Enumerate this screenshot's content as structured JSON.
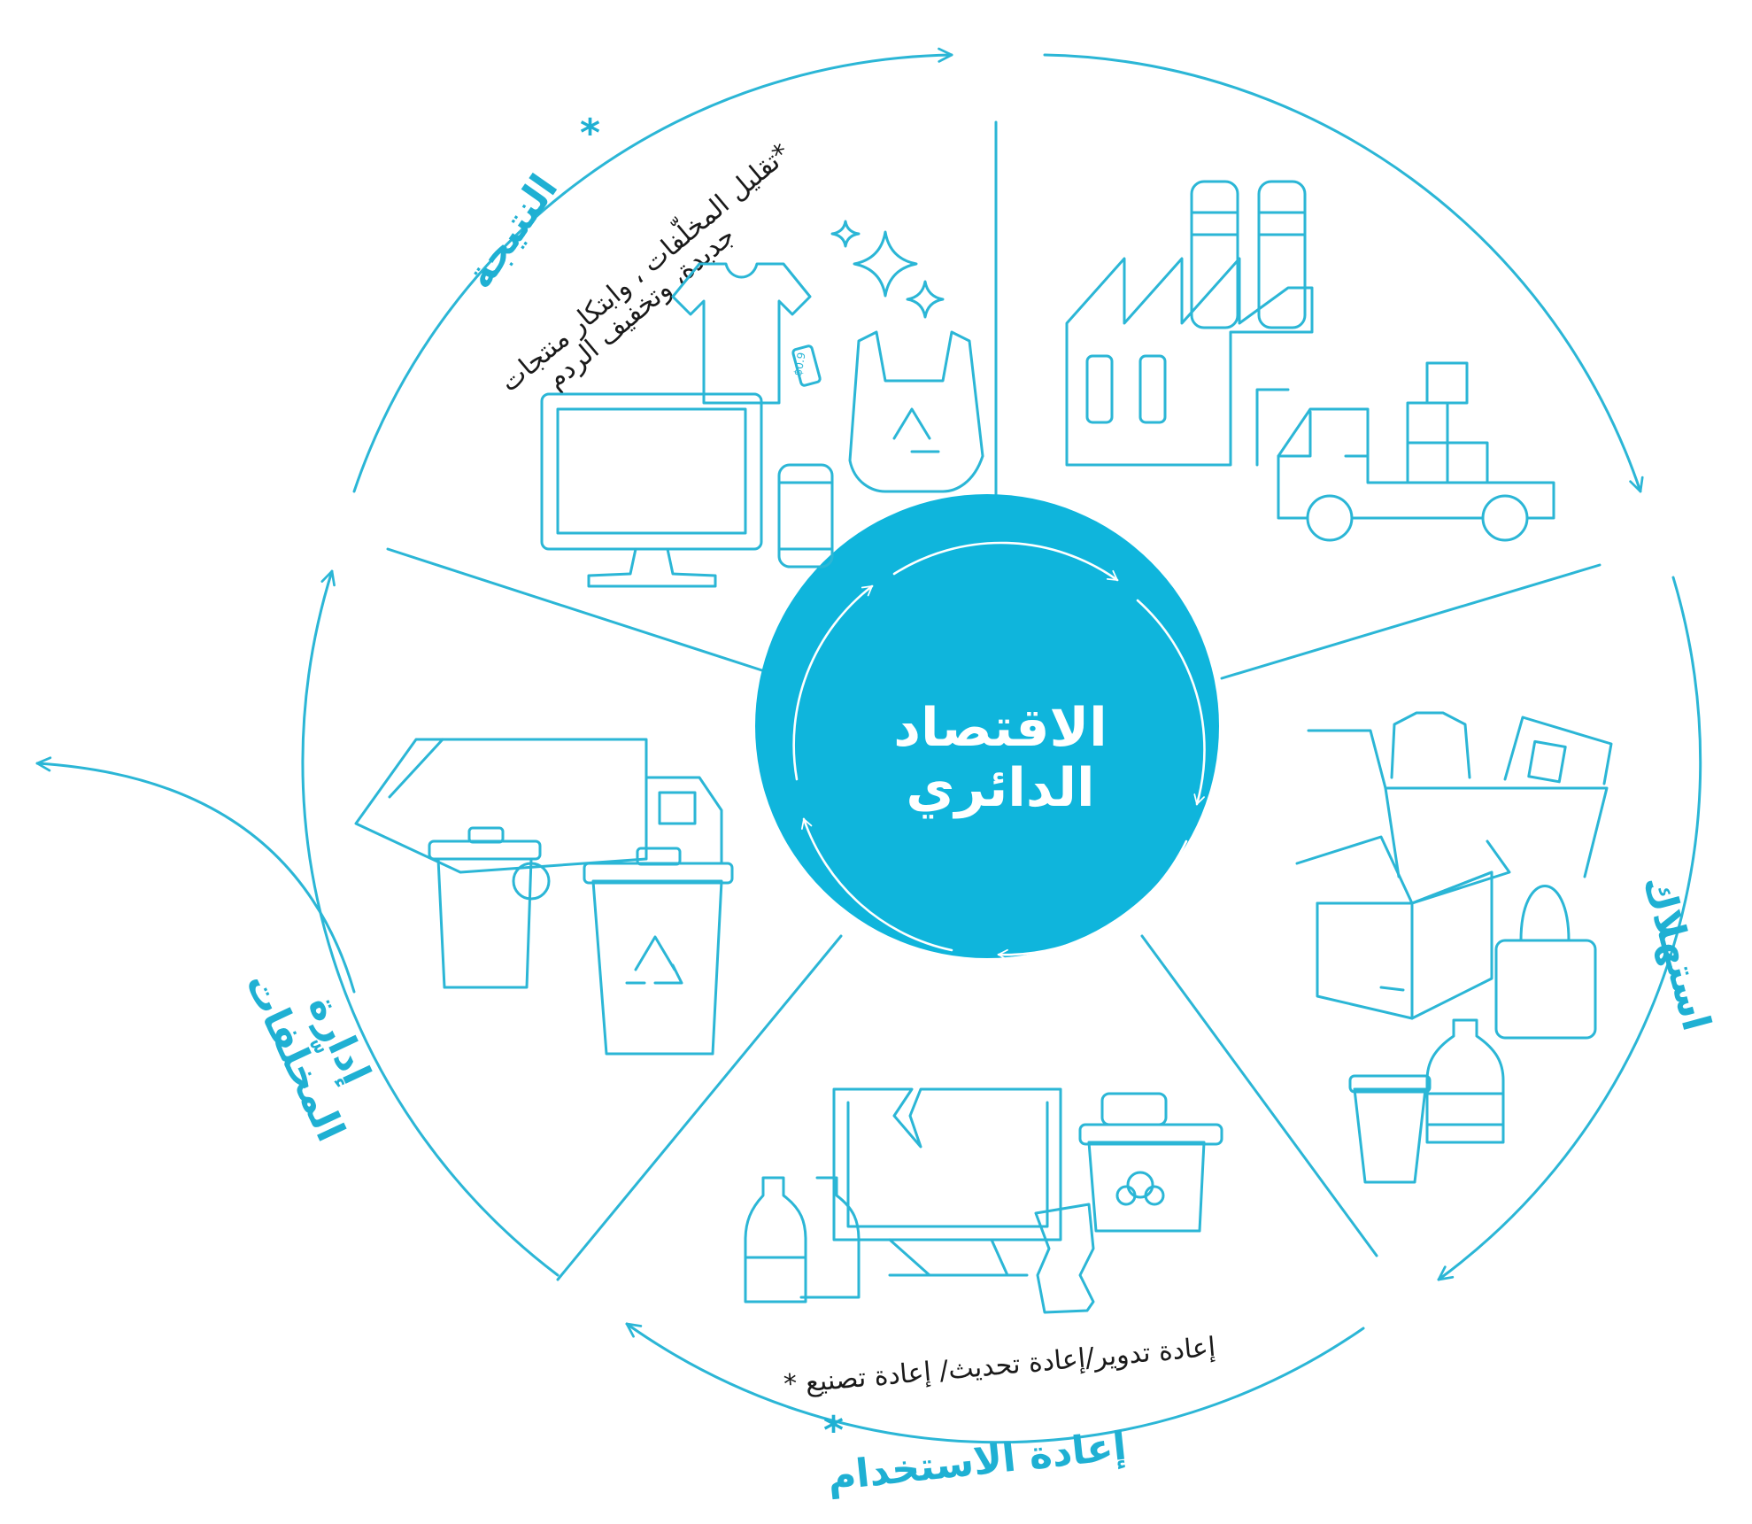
{
  "center": {
    "line1": "الاقتصاد",
    "line2": "الدائري"
  },
  "stages": {
    "consumption": "استهلاك",
    "reuse": "إعادة الاستخدام",
    "reuse_star": "*",
    "waste": "إدارة",
    "waste2": "المخلّفات",
    "result": "النتيجة",
    "result_star": "*"
  },
  "notes": {
    "result_line1": "*تقليل المخلّفات ، وابتكار منتجات",
    "result_line2": "جديدة، وتخفيف الردم",
    "reuse_note": "إعادة تدوير/إعادة تحديث/ إعادة تصنيع *"
  },
  "tag_text": "$0.9",
  "colors": {
    "accent": "#2bb6d6",
    "center_fill": "#0fb5dc",
    "label": "#1fb0d3"
  }
}
